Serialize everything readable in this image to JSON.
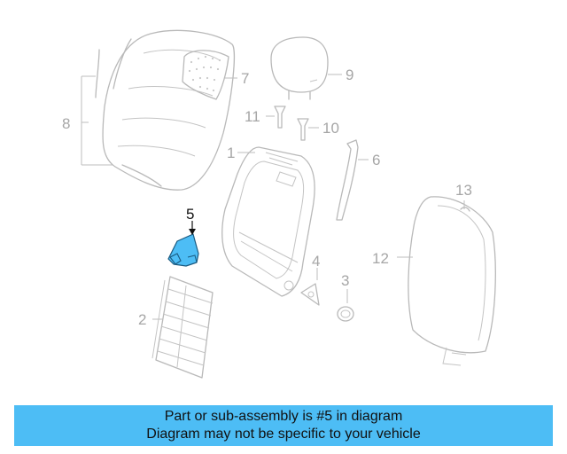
{
  "labels": {
    "l1": "1",
    "l2": "2",
    "l3": "3",
    "l4": "4",
    "l5": "5",
    "l6": "6",
    "l7": "7",
    "l8": "8",
    "l9": "9",
    "l10": "10",
    "l11": "11",
    "l12": "12",
    "l13": "13"
  },
  "highlighted_part": "5",
  "colors": {
    "highlight_fill": "#4dbdf5",
    "banner_bg": "#4dbdf5",
    "line_gray": "#b9b9b9",
    "label_gray": "#a6a6a6"
  },
  "banner": {
    "line1": "Part or sub-assembly is #5 in diagram",
    "line2": "Diagram may not be specific to your vehicle"
  }
}
